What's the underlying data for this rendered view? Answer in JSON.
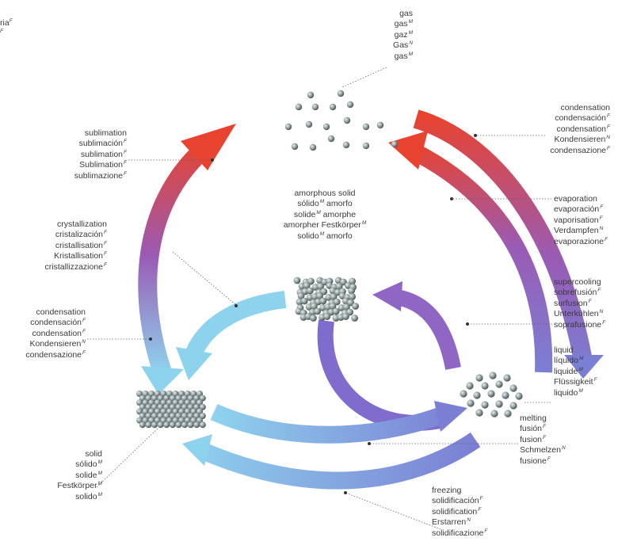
{
  "colors": {
    "hot": "#e8432e",
    "mid": "#9a5bb4",
    "cool": "#7b7fd4",
    "cold": "#8ed3ee",
    "particle": "#9aa4a4",
    "leader": "#666666"
  },
  "clipped_top_left": [
    {
      "text": "ria",
      "mark": "F"
    },
    {
      "text": "",
      "mark": "F"
    }
  ],
  "states": {
    "gas": {
      "lines": [
        {
          "text": "gas",
          "mark": ""
        },
        {
          "text": "gas",
          "mark": "M"
        },
        {
          "text": "gaz",
          "mark": "M"
        },
        {
          "text": "Gas",
          "mark": "N"
        },
        {
          "text": "gas",
          "mark": "M"
        }
      ]
    },
    "amorphous": {
      "lines": [
        {
          "text": "amorphous solid",
          "mark": ""
        },
        {
          "text": "sólido",
          "mark": "M",
          "tail": " amorfo"
        },
        {
          "text": "solide",
          "mark": "M",
          "tail": " amorphe"
        },
        {
          "text": "amorpher Festkörper",
          "mark": "M"
        },
        {
          "text": "solido",
          "mark": "M",
          "tail": " amorfo"
        }
      ]
    },
    "liquid": {
      "lines": [
        {
          "text": "liquid",
          "mark": ""
        },
        {
          "text": "líquido",
          "mark": "M"
        },
        {
          "text": "liquide",
          "mark": "M"
        },
        {
          "text": "Flüssigkeit",
          "mark": "F"
        },
        {
          "text": "liquido",
          "mark": "M"
        }
      ]
    },
    "solid": {
      "lines": [
        {
          "text": "solid",
          "mark": ""
        },
        {
          "text": "sólido",
          "mark": "M"
        },
        {
          "text": "solide",
          "mark": "M"
        },
        {
          "text": "Festkörper",
          "mark": "M"
        },
        {
          "text": "solido",
          "mark": "M"
        }
      ]
    }
  },
  "transitions": {
    "sublimation": {
      "lines": [
        {
          "text": "sublimation",
          "mark": ""
        },
        {
          "text": "sublimación",
          "mark": "F"
        },
        {
          "text": "sublimation",
          "mark": "F"
        },
        {
          "text": "Sublimation",
          "mark": "F"
        },
        {
          "text": "sublimazione",
          "mark": "F"
        }
      ]
    },
    "crystallization": {
      "lines": [
        {
          "text": "crystallization",
          "mark": ""
        },
        {
          "text": "cristalización",
          "mark": "F"
        },
        {
          "text": "cristallisation",
          "mark": "F"
        },
        {
          "text": "Kristallisation",
          "mark": "F"
        },
        {
          "text": "cristallizzazione",
          "mark": "F"
        }
      ]
    },
    "condensation_left": {
      "lines": [
        {
          "text": "condensation",
          "mark": ""
        },
        {
          "text": "condensación",
          "mark": "F"
        },
        {
          "text": "condensation",
          "mark": "F"
        },
        {
          "text": "Kondensieren",
          "mark": "N"
        },
        {
          "text": "condensazione",
          "mark": "F"
        }
      ]
    },
    "condensation_right": {
      "lines": [
        {
          "text": "condensation",
          "mark": ""
        },
        {
          "text": "condensación",
          "mark": "F"
        },
        {
          "text": "condensation",
          "mark": "F"
        },
        {
          "text": "Kondensieren",
          "mark": "N"
        },
        {
          "text": "condensazione",
          "mark": "F"
        }
      ]
    },
    "evaporation": {
      "lines": [
        {
          "text": "evaporation",
          "mark": ""
        },
        {
          "text": "evaporación",
          "mark": "F"
        },
        {
          "text": "vaporisation",
          "mark": "F"
        },
        {
          "text": "Verdampfen",
          "mark": "N"
        },
        {
          "text": "evaporazione",
          "mark": "F"
        }
      ]
    },
    "supercooling": {
      "lines": [
        {
          "text": "supercooling",
          "mark": ""
        },
        {
          "text": "sobrefusión",
          "mark": "F"
        },
        {
          "text": "surfusion",
          "mark": "F"
        },
        {
          "text": "Unterkühlen",
          "mark": "N"
        },
        {
          "text": "soprafusione",
          "mark": "F"
        }
      ]
    },
    "melting": {
      "lines": [
        {
          "text": "melting",
          "mark": ""
        },
        {
          "text": "fusión",
          "mark": "F"
        },
        {
          "text": "fusion",
          "mark": "F"
        },
        {
          "text": "Schmelzen",
          "mark": "N"
        },
        {
          "text": "fusione",
          "mark": "F"
        }
      ]
    },
    "freezing": {
      "lines": [
        {
          "text": "freezing",
          "mark": ""
        },
        {
          "text": "solidificación",
          "mark": "F"
        },
        {
          "text": "solidification",
          "mark": "F"
        },
        {
          "text": "Erstarren",
          "mark": "N"
        },
        {
          "text": "solidificazione",
          "mark": "F"
        }
      ]
    }
  }
}
